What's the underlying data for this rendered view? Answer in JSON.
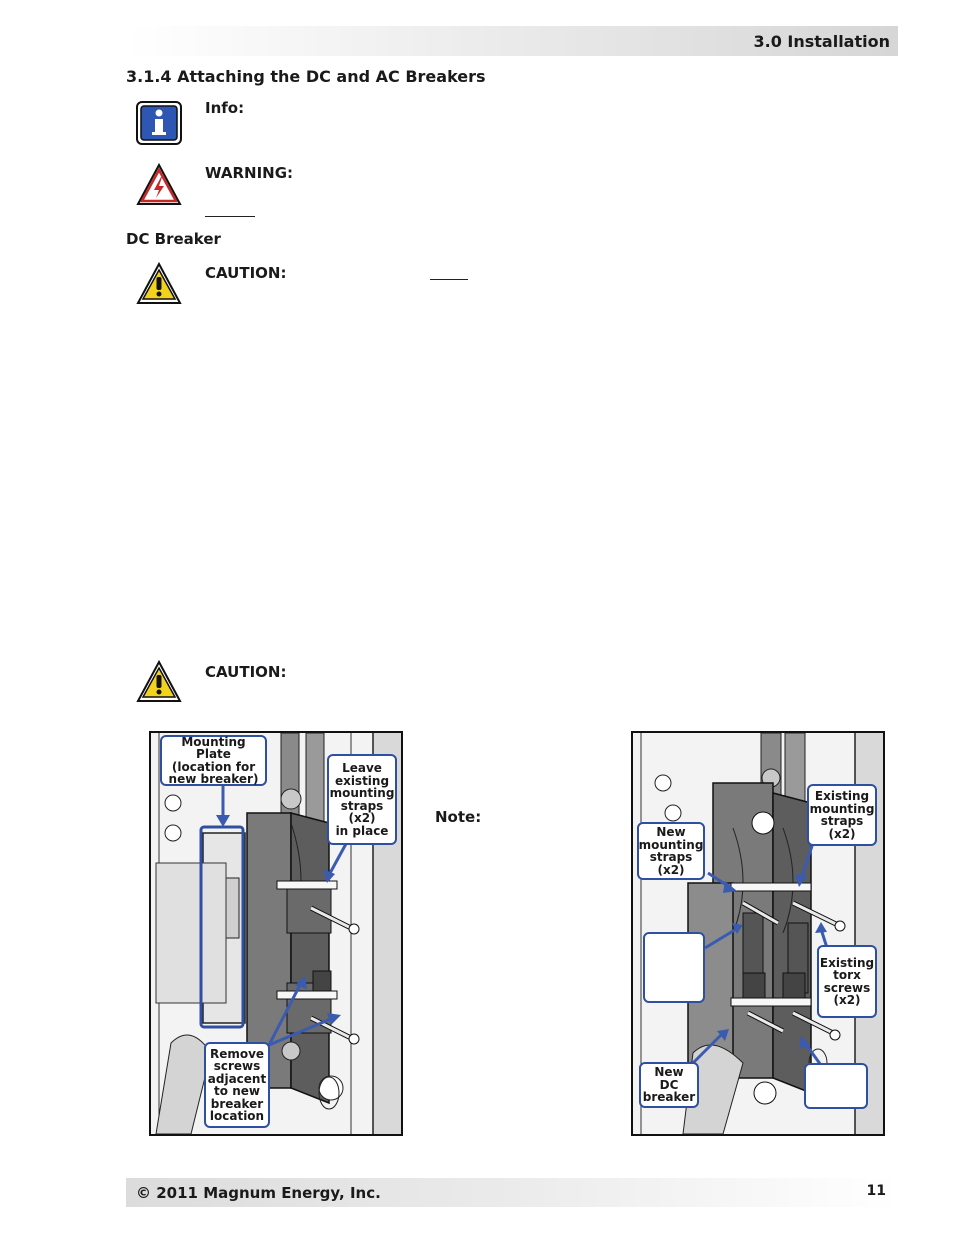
{
  "header": {
    "title": "3.0 Installation"
  },
  "section": {
    "title": "3.1.4 Attaching the DC and AC Breakers"
  },
  "info": {
    "label": "Info:"
  },
  "warning": {
    "label": "WARNING:"
  },
  "dc_breaker": {
    "heading": "DC Breaker"
  },
  "caution1": {
    "label": "CAUTION:"
  },
  "caution2": {
    "label": "CAUTION:"
  },
  "figure_left": {
    "callouts": [
      "Mounting Plate\n(location for\nnew breaker)",
      "Leave\nexisting\nmounting\nstraps\n(x2)\nin place",
      "Remove\nscrews\nadjacent\nto new\nbreaker\nlocation"
    ]
  },
  "note": {
    "label": "Note:"
  },
  "figure_right": {
    "callouts": [
      "Existing\nmounting\nstraps\n(x2)",
      "New\nmounting\nstraps\n(x2)",
      "Existing\ntorx\nscrews\n(x2)",
      "New\nDC\nbreaker",
      "",
      ""
    ]
  },
  "footer": {
    "copyright": "© 2011 Magnum Energy, Inc.",
    "page": "11"
  },
  "colors": {
    "callout_border": "#2f4fa0",
    "arrow": "#3a5bb0",
    "warning_red": "#c62828",
    "caution_yellow": "#f2d21b"
  }
}
